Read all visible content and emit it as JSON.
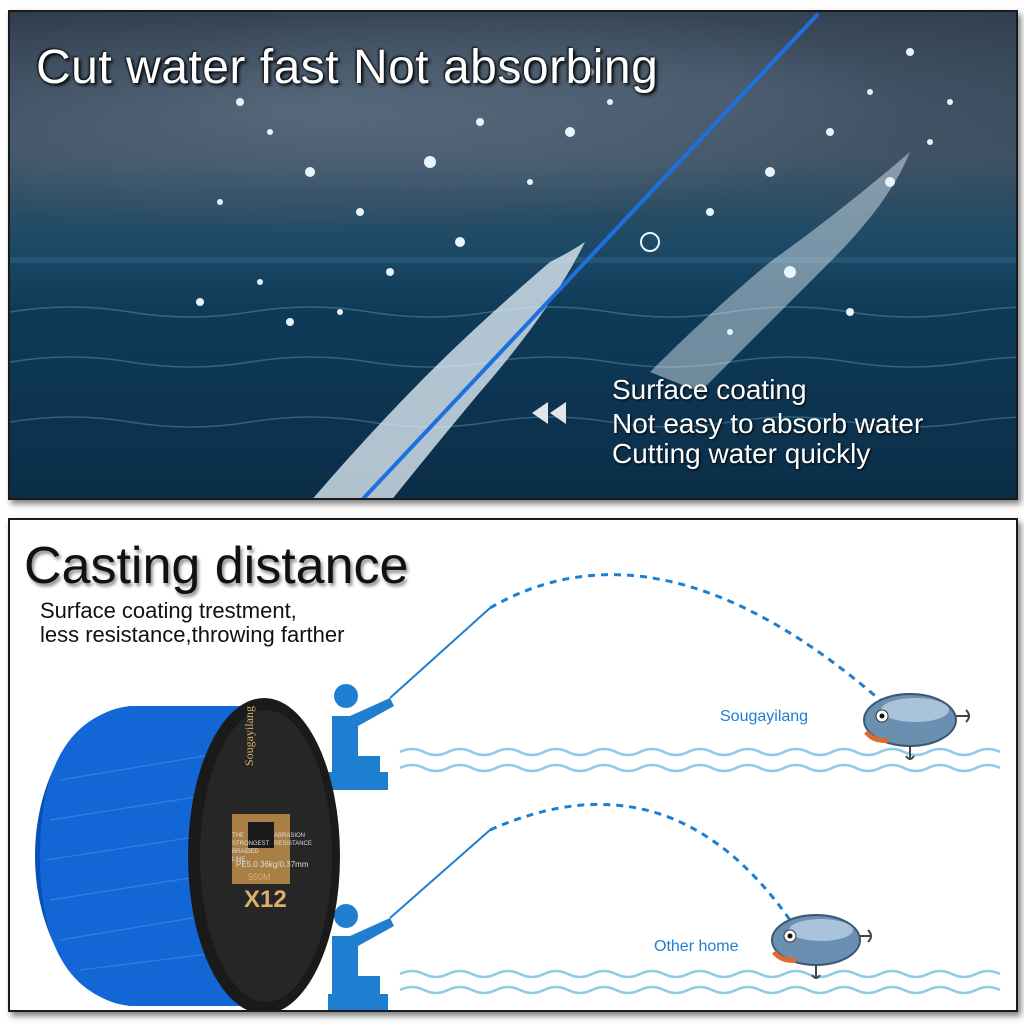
{
  "top_panel": {
    "title": "Cut water fast  Not absorbing",
    "coating_lines": [
      "Surface coating",
      "Not easy to absorb water",
      "Cutting water quickly"
    ],
    "line_color": "#1e6fe0"
  },
  "bottom_panel": {
    "title": "Casting distance",
    "subtitle_lines": [
      "Surface coating trestment,",
      "less resistance,throwing farther"
    ],
    "brand_label": "Sougayilang",
    "other_label": "Other home",
    "line_color": "#1e7fd0",
    "spool": {
      "brand": "Sougayilang",
      "left_text": [
        "THE",
        "STRONGEST",
        "BRAIDED LINE"
      ],
      "right_text": [
        "ABRASION",
        "RESISTANCE"
      ],
      "spec": "PE5.0 36kg/0.37mm",
      "length": "550M",
      "strands": "X12"
    }
  }
}
